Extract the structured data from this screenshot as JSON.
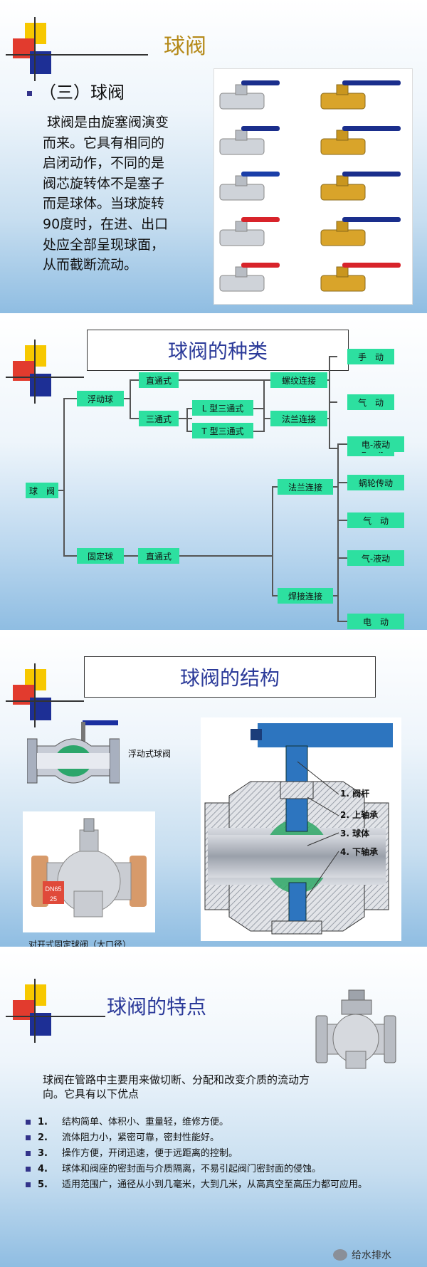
{
  "slide1": {
    "title": "球阀",
    "heading": "（三）球阀",
    "body": "球阀是由旋塞阀演变而来。它具有相同的启闭动作，不同的是阀芯旋转体不是塞子而是球体。当球旋转90度时，在进、出口处应全部呈现球面，从而截断流动。",
    "body_lines": [
      "球阀是由旋塞阀演变",
      "而来。它具有相同的",
      "启闭动作，不同的是",
      "阀芯旋转体不是塞子",
      "而是球体。当球旋转",
      "90度时，在进、出口",
      "处应全部呈现球面，",
      "从而截断流动。"
    ],
    "photo_colors": [
      "#1a2e8c",
      "#1a2e8c",
      "#1a3ea8",
      "#d8232a",
      "#d8232a"
    ],
    "photo_colors_right": [
      "#1a2e8c",
      "#1a2e8c",
      "#1a2e8c",
      "#1a2e8c",
      "#d8232a"
    ]
  },
  "slide2": {
    "title": "球阀的种类",
    "nodes": {
      "root": "球　阀",
      "floating": "浮动球",
      "fixed": "固定球",
      "straight1": "直通式",
      "threeway": "三通式",
      "l_three": "L 型三通式",
      "t_three": "T 型三通式",
      "threaded": "螺纹连接",
      "flange1": "法兰连接",
      "manual": "手　动",
      "pneumatic1": "气　动",
      "electric1": "电　动",
      "straight2": "直通式",
      "flange2": "法兰连接",
      "welded": "焊接连接",
      "elec_hyd": "电-液动",
      "worm": "蜗轮传动",
      "pneumatic2": "气　动",
      "pneu_hyd": "气-液动",
      "electric2": "电　动"
    }
  },
  "slide3": {
    "title": "球阀的结构",
    "floating_label": "浮动式球阀",
    "fixed_label": "对开式固定球阀（大口径）",
    "plate_text": [
      "DN65",
      "25"
    ],
    "parts": [
      "1. 阀杆",
      "2. 上轴承",
      "3. 球体",
      "4. 下轴承"
    ]
  },
  "slide4": {
    "title": "球阀的特点",
    "intro": "球阀在管路中主要用来做切断、分配和改变介质的流动方向。它具有以下优点",
    "intro_lines": [
      "球阀在管路中主要用来做切断、分配和改变介质的流动方",
      "向。它具有以下优点"
    ],
    "items": [
      {
        "num": "1.",
        "text": "结构简单、体积小、重量轻，维修方便。"
      },
      {
        "num": "2.",
        "text": "流体阻力小，紧密可靠，密封性能好。"
      },
      {
        "num": "3.",
        "text": "操作方便，开闭迅速，便于远距离的控制。"
      },
      {
        "num": "4.",
        "text": "球体和阀座的密封面与介质隔离，不易引起阀门密封面的侵蚀。"
      },
      {
        "num": "5.",
        "text": "适用范围广，通径从小到几毫米，大到几米，从高真空至高压力都可应用。"
      }
    ],
    "watermark": "给水排水"
  }
}
